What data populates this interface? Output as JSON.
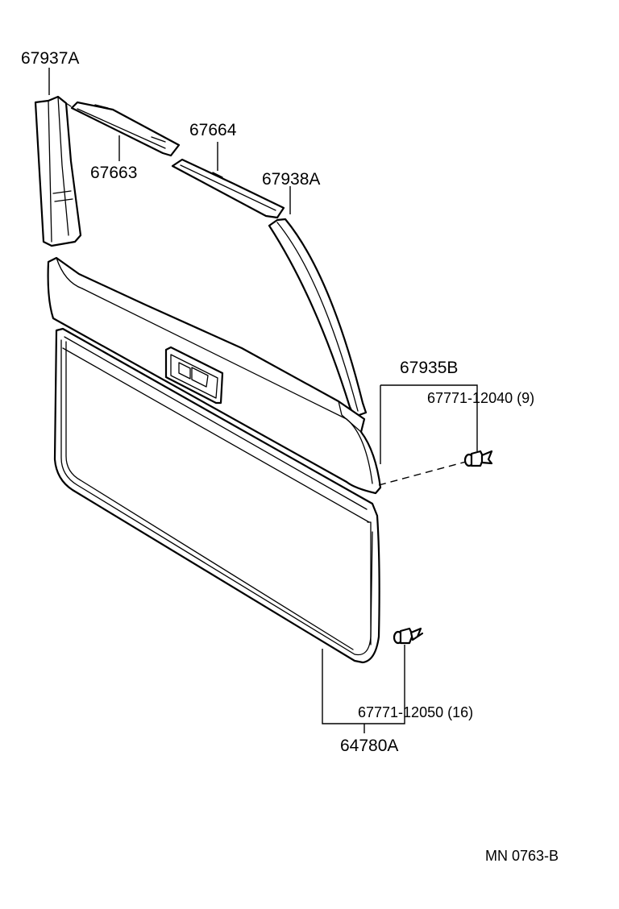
{
  "diagram": {
    "colors": {
      "line": "#000000",
      "background": "#ffffff"
    },
    "labels": {
      "p67937A": "67937A",
      "p67663": "67663",
      "p67664": "67664",
      "p67938A": "67938A",
      "p67935B": "67935B",
      "p6777112040": "67771-12040 (9)",
      "p6777112050": "67771-12050 (16)",
      "p64780A": "64780A"
    },
    "footer_code": "MN 0763-B"
  }
}
